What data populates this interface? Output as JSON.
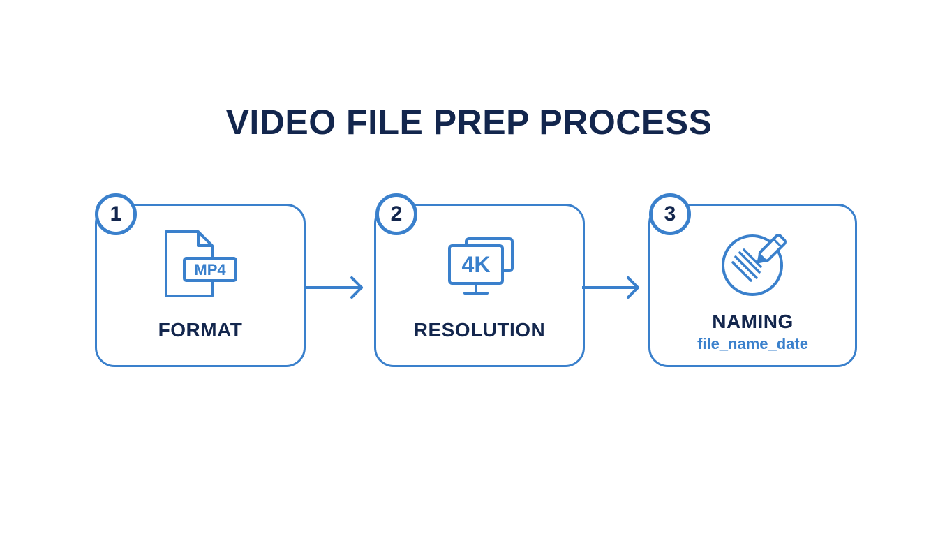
{
  "title": "VIDEO FILE PREP PROCESS",
  "colors": {
    "accent": "#3a80cc",
    "text": "#13264d",
    "background": "#ffffff"
  },
  "steps": [
    {
      "number": "1",
      "icon": "mp4-file-icon",
      "icon_text": "MP4",
      "label": "FORMAT"
    },
    {
      "number": "2",
      "icon": "4k-monitor-icon",
      "icon_text": "4K",
      "label": "RESOLUTION"
    },
    {
      "number": "3",
      "icon": "naming-tag-icon",
      "label": "NAMING",
      "sublabel": "file_name_date"
    }
  ]
}
